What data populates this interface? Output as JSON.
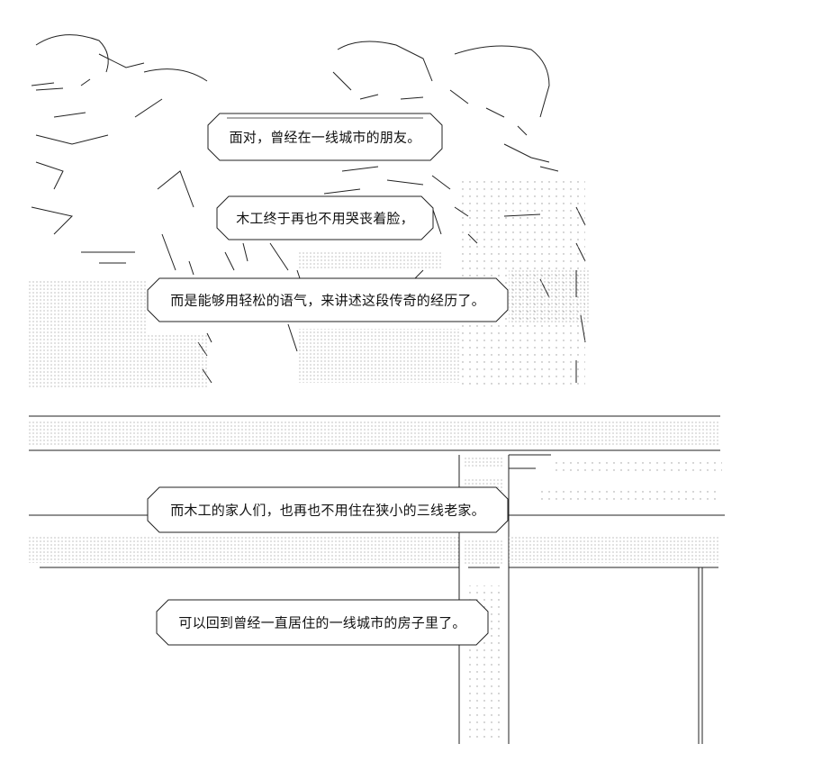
{
  "panel_top": {
    "captions": [
      {
        "id": "caption-1",
        "text": "面对，曾经在一线城市的朋友。"
      },
      {
        "id": "caption-2",
        "text": "木工终于再也不用哭丧着脸，"
      },
      {
        "id": "caption-3",
        "text": "而是能够用轻松的语气，来讲述这段传奇的经历了。"
      }
    ]
  },
  "panel_bottom": {
    "captions": [
      {
        "id": "caption-4",
        "text": "而木工的家人们，也再也不用住在狭小的三线老家。"
      },
      {
        "id": "caption-5",
        "text": "可以回到曾经一直居住的一线城市的房子里了。"
      }
    ]
  },
  "colors": {
    "ink": "#111111",
    "dots": "#9a9a9a",
    "paper": "#ffffff"
  }
}
